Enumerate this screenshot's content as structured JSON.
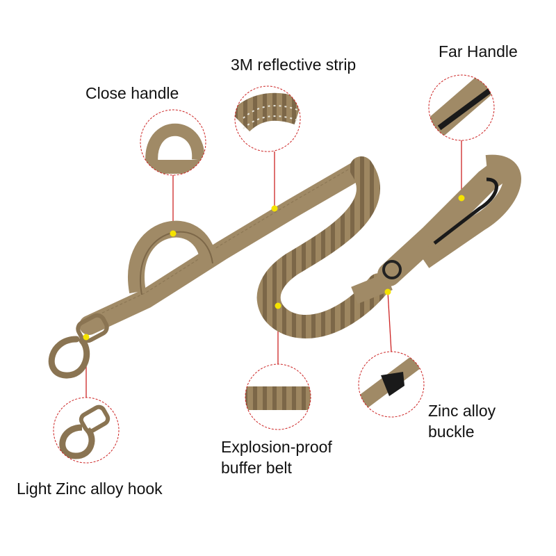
{
  "labels": {
    "reflective_strip": "3M reflective strip",
    "far_handle": "Far Handle",
    "close_handle": "Close handle",
    "hook": "Light Zinc alloy hook",
    "buffer_belt": "Explosion-proof buffer belt",
    "buckle": "Zinc alloy buckle"
  },
  "colors": {
    "leash": "#a08a66",
    "leash_dark": "#7c6748",
    "callout_line": "#cc2222",
    "marker_dot": "#f5e300",
    "background": "#ffffff"
  }
}
